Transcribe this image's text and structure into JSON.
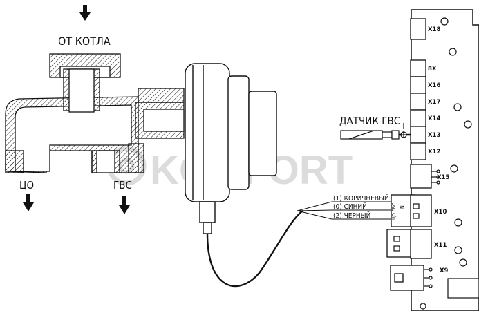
{
  "labels": {
    "from_boiler": "ОТ КОТЛА",
    "heating_outlet": "ЦО",
    "dhw_outlet": "ГВС",
    "sensor": "ДАТЧИК ГВС"
  },
  "wires": [
    {
      "label": "(1) КОРИЧНЕВЫЙ"
    },
    {
      "label": "(0) СИНИЙ"
    },
    {
      "label": "(2) ЧЕРНЫЙ"
    }
  ],
  "plug_text": {
    "top": "ЦО ГВС",
    "mid": "N"
  },
  "connectors": [
    "X18",
    "8X",
    "X16",
    "X17",
    "X14",
    "X13",
    "X12",
    "X15",
    "X10",
    "X11",
    "X9"
  ],
  "watermark": "KOMFORT",
  "colors": {
    "line": "#111111",
    "watermark": "#dcdcdc"
  }
}
